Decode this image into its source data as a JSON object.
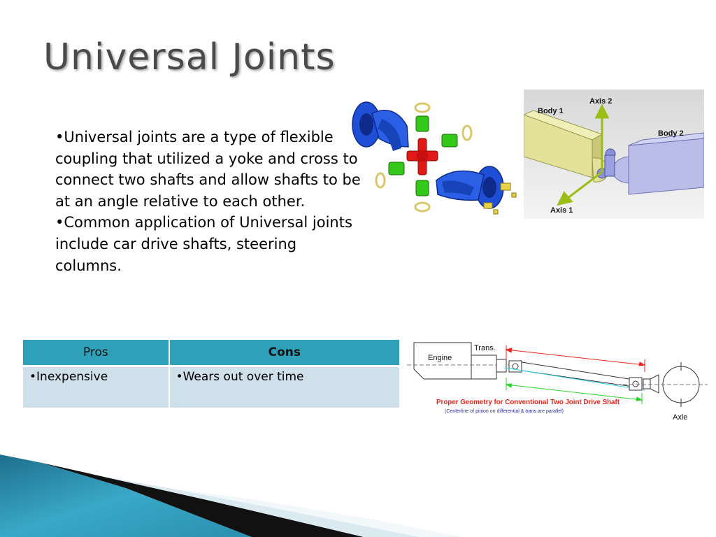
{
  "slide": {
    "title": "Universal Joints",
    "bullets": [
      "•Universal joints are a type of flexible coupling that utilized a yoke and cross to connect two shafts and allow shafts to be at an angle relative to each other.",
      "•Common application of Universal joints include car drive shafts, steering columns."
    ]
  },
  "table": {
    "headers": [
      "Pros",
      "Cons"
    ],
    "rows": [
      [
        "•Inexpensive",
        "•Wears out over time"
      ]
    ]
  },
  "diagram_3d": {
    "body1": "Body 1",
    "body2": "Body 2",
    "axis1": "Axis 1",
    "axis2": "Axis 2"
  },
  "geometry_diagram": {
    "engine": "Engine",
    "trans": "Trans.",
    "axle": "Axle",
    "caption": "Proper Geometry for Conventional Two Joint Drive Shaft",
    "subcaption": "(Centerline of pinion on differential & trans are parallel)"
  },
  "colors": {
    "title": "#4a4a4a",
    "table_header": "#2ea0b8",
    "table_body": "#cfe0ea",
    "caption_red": "#e8261c",
    "caption_blue": "#2a2aa0",
    "accent_teal": "#2c9bb8"
  }
}
